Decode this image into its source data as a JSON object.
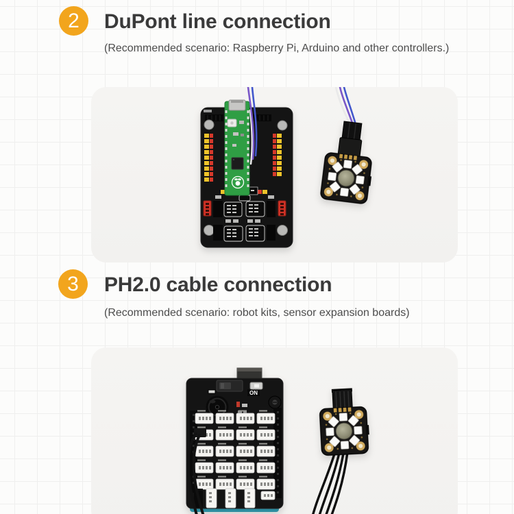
{
  "page": {
    "background_color": "#fcfcfb",
    "grid_line_color": "#efefee",
    "panel_background": "#f4f3f1",
    "accent_color": "#f2a51d",
    "title_color": "#3a3a3a",
    "subtitle_color": "#4c4c4c"
  },
  "sections": [
    {
      "badge": "2",
      "title": "DuPont line connection",
      "subtitle": "(Recommended scenario: Raspberry Pi, Arduino and other controllers.)",
      "photo": {
        "objects": [
          "pico-expansion-board",
          "raspberry-pi-pico",
          "rgb-led-ring-module",
          "dupont-wires"
        ],
        "wire_colors": [
          "#4257cc",
          "#7a57c8",
          "#e9e9e9"
        ],
        "pico_green": "#2f9e44",
        "board_color": "#141414",
        "header_yellow": "#efc32a",
        "header_red": "#d6392b"
      }
    },
    {
      "badge": "3",
      "title": "PH2.0 cable connection",
      "subtitle": "(Recommended scenario: robot kits, sensor expansion boards)",
      "photo": {
        "objects": [
          "sensor-shield-board",
          "rgb-led-ring-module",
          "ph2.0-black-cable"
        ],
        "switch_label": "ON",
        "cable_color": "#101010",
        "connector_white": "#f6f5f2",
        "base_board_teal": "#2d8da0"
      }
    }
  ]
}
